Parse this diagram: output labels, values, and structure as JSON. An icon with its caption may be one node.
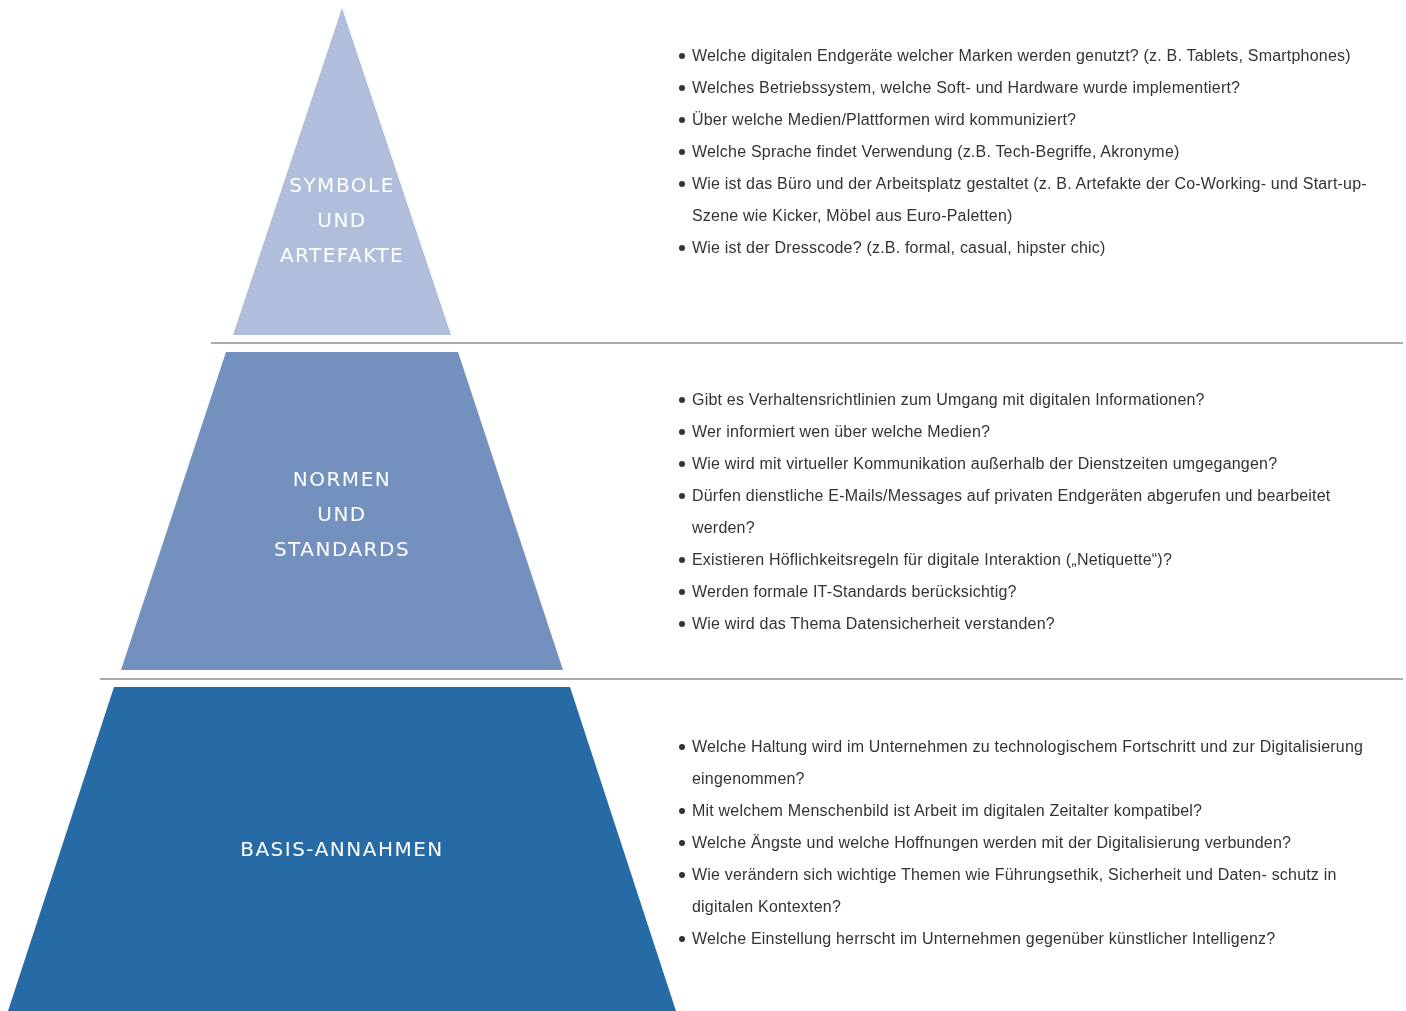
{
  "diagram": {
    "nodes": [
      {
        "text": [
          "SYMBOLE UND ARTEFAKTE"
        ]
      },
      {
        "text": [
          "NORMEN UND STANDARDS"
        ]
      },
      {
        "text": [
          "BASIS-ANNAHMEN"
        ]
      }
    ],
    "labels": [
      "Welche digitalen Endgeräte welcher Marken werden genutzt? (z. B. Tablets, Smartphones)",
      "Welches Betriebssystem, welche Soft- und Hardware wurde implementiert?",
      "Über welche Medien/Plattformen wird kommuniziert?",
      "Welche Sprache findet Verwendung (z.B. Tech-Begriffe, Akronyme)",
      "Wie ist das Büro und der Arbeitsplatz gestaltet (z. B. Artefakte der Co-Working- und Start-up-Szene wie Kicker, Möbel aus Euro-Paletten)",
      "Wie ist der Dresscode? (z.B. formal, casual, hipster chic)",
      "Gibt es Verhaltensrichtlinien zum Umgang mit digitalen Informationen?",
      "Wer informiert wen über welche Medien?",
      "Wie wird mit virtueller Kommunikation außerhalb der Dienstzeiten umgegangen?",
      "Dürfen dienstliche E-Mails/Messages auf privaten Endgeräten abgerufen und bearbeitet werden?",
      "Existieren Höflichkeitsregeln für digitale Interaktion („Netiquette“)?",
      "Werden formale IT-Standards berücksichtig?",
      "Wie wird das Thema Datensicherheit verstanden?",
      "Welche Haltung wird im Unternehmen zu technologischem Fortschritt und zur Digitalisierung eingenommen?",
      "Mit welchem Menschenbild ist Arbeit im digitalen Zeitalter kompatibel?",
      "Welche Ängste und welche Hoffnungen werden mit der Digitalisierung verbunden?",
      "Wie verändern sich wichtige Themen wie Führungsethik, Sicherheit und Daten- schutz in digitalen Kontexten?",
      "Welche Einstellung herrscht im Unternehmen gegenüber künstlicher Intelligenz?"
    ]
  }
}
